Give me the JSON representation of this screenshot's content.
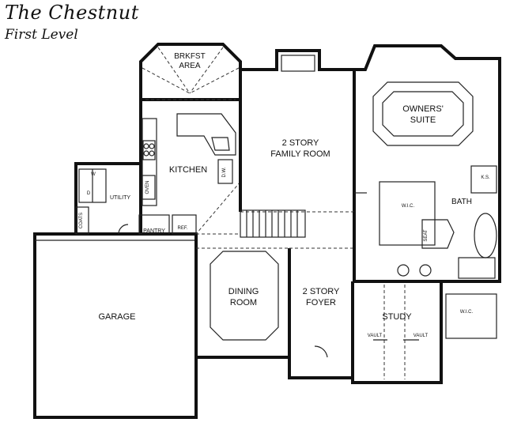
{
  "header": {
    "title": "The Chestnut",
    "subtitle": "First Level"
  },
  "rooms": {
    "breakfast_line1": "BRKFST",
    "breakfast_line2": "AREA",
    "family_line1": "2 STORY",
    "family_line2": "FAMILY ROOM",
    "owners_line1": "OWNERS'",
    "owners_line2": "SUITE",
    "kitchen": "KITCHEN",
    "utility": "UTILITY",
    "oven": "OVEN",
    "dw": "D.W.",
    "d": "D",
    "w": "W",
    "coats": "COATS",
    "pantry": "PANTRY",
    "ref": "REF.",
    "garage": "GARAGE",
    "dining_line1": "DINING",
    "dining_line2": "ROOM",
    "foyer_line1": "2 STORY",
    "foyer_line2": "FOYER",
    "study": "STUDY",
    "vault_left": "VAULT",
    "vault_right": "VAULT",
    "bath": "BATH",
    "wic_bath": "W.I.C.",
    "wic_lower": "W.I.C.",
    "seat": "SEAT",
    "ks": "K.S."
  }
}
